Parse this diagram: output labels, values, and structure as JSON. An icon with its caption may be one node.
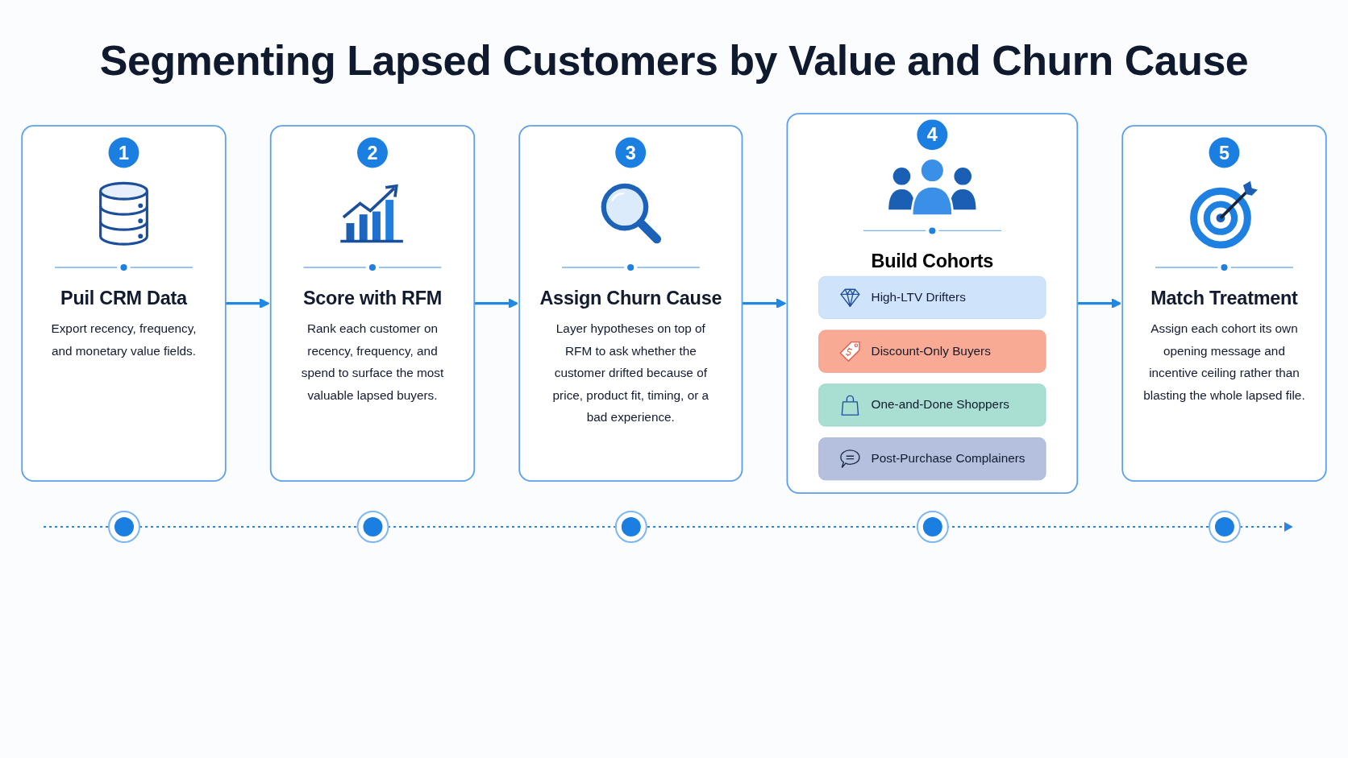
{
  "diagram": {
    "title": "Segmenting Lapsed Customers by Value and Churn Cause",
    "nodes": [
      {
        "text": [
          "1",
          "Puil CRM Data",
          "Export recency, frequency, and monetary value fields."
        ]
      },
      {
        "text": [
          "2",
          "Score with RFM",
          "Rank each customer on recency, frequency, and spend to surface the most valuable lapsed buyers."
        ]
      },
      {
        "text": [
          "3",
          "Assign Churn Cause",
          "Layer hypotheses on top of RFM to ask whether the customer drifted because of price, product fit, timing, or a bad experience."
        ]
      },
      {
        "text": [
          "4",
          "Build Cohorts"
        ]
      },
      {
        "text": [
          "High-LTV Drifters"
        ],
        "in": 3
      },
      {
        "text": [
          "Discount-Only Buyers"
        ],
        "in": 3
      },
      {
        "text": [
          "One-and-Done Shoppers"
        ],
        "in": 3
      },
      {
        "text": [
          "Post-Purchase Complainers"
        ],
        "in": 3
      },
      {
        "text": [
          "5",
          "Match Treatment",
          "Assign each cohort its own opening message and incentive ceiling rather than blasting the whole lapsed file."
        ]
      }
    ],
    "edges": [
      {
        "from": 0,
        "to": 1,
        "arrow": "to"
      },
      {
        "from": 1,
        "to": 2,
        "arrow": "to"
      },
      {
        "from": 2,
        "to": 3,
        "arrow": "to"
      },
      {
        "from": 3,
        "to": 8,
        "arrow": "to"
      }
    ]
  }
}
